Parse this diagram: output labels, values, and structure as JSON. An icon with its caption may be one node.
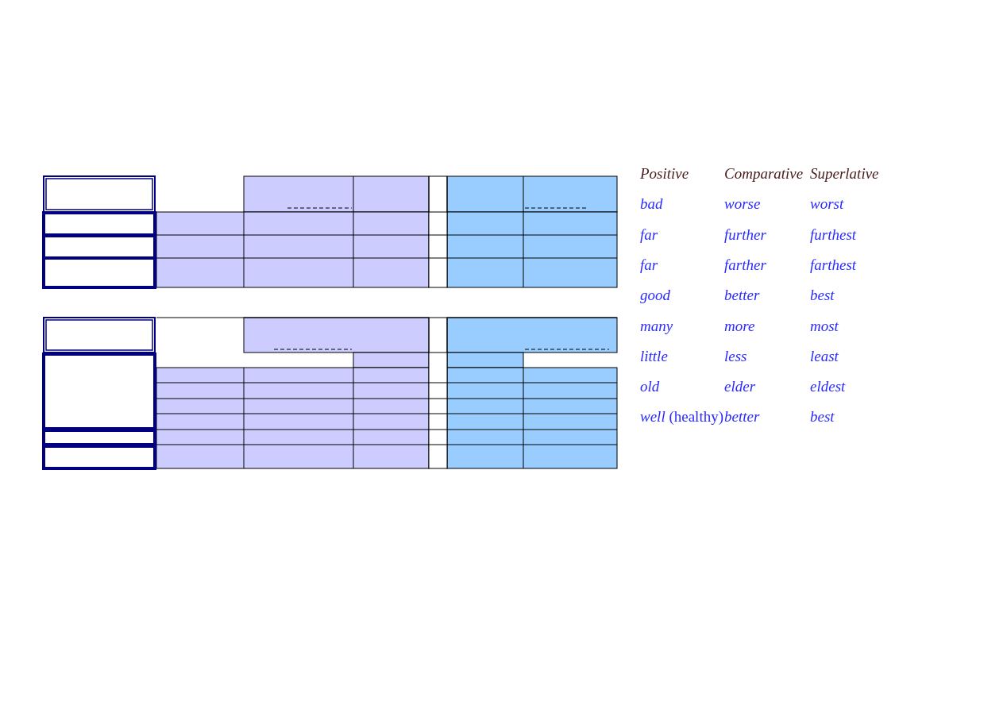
{
  "diagram": {
    "labels": [
      "Positive",
      "Comparative",
      "Superlative",
      "bad",
      "worse",
      "worst",
      "far",
      "further",
      "furthest",
      "far",
      "farther",
      "farthest",
      "good",
      "better",
      "best",
      "many",
      "more",
      "most",
      "little",
      "less",
      "least",
      "old",
      "elder",
      "eldest",
      "*well* (healthy)",
      "better",
      "best"
    ]
  }
}
